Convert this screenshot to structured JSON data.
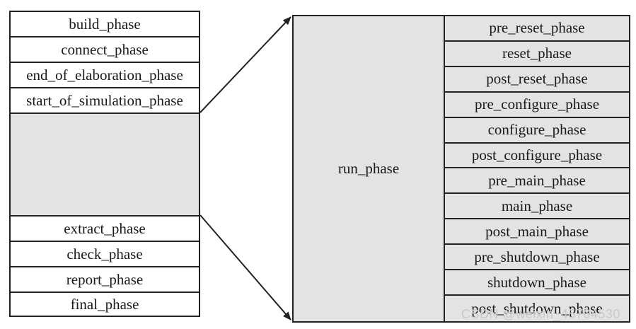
{
  "left_phases_top": [
    "build_phase",
    "connect_phase",
    "end_of_elaboration_phase",
    "start_of_simulation_phase"
  ],
  "left_phases_bottom": [
    "extract_phase",
    "check_phase",
    "report_phase",
    "final_phase"
  ],
  "run_phase": {
    "label": "run_phase",
    "sub_phases": [
      "pre_reset_phase",
      "reset_phase",
      "post_reset_phase",
      "pre_configure_phase",
      "configure_phase",
      "post_configure_phase",
      "pre_main_phase",
      "main_phase",
      "post_main_phase",
      "pre_shutdown_phase",
      "shutdown_phase",
      "post_shutdown_phase"
    ]
  },
  "watermark": "CSDN @weixin_45704530",
  "colors": {
    "line": "#222222",
    "fill_gray": "#e3e3e3",
    "background": "#ffffff"
  }
}
